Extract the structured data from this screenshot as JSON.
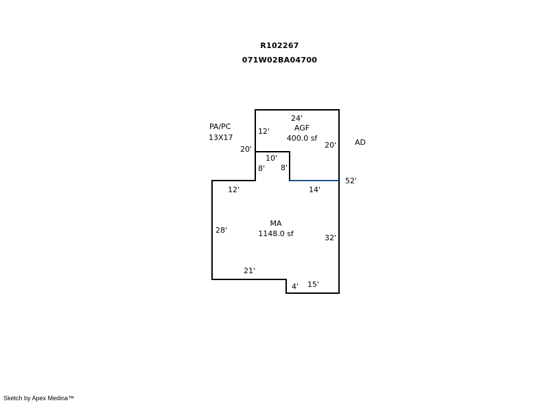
{
  "header": {
    "parcel_id": "R102267",
    "map_number": "071W02BA04700"
  },
  "areas": {
    "agf": {
      "code": "AGF",
      "size": "400.0 sf"
    },
    "ma": {
      "code": "MA",
      "size": "1148.0 sf"
    }
  },
  "annotations": {
    "pa_pc_code": "PA/PC",
    "pa_pc_size": "13X17",
    "ad": "AD"
  },
  "dimensions": {
    "agf_top": "24'",
    "agf_left": "12'",
    "agf_right": "20'",
    "pa_pc_side": "20'",
    "notch_top": "10'",
    "notch_left": "8'",
    "notch_right": "8'",
    "ma_top_left": "12'",
    "ma_top_right": "14'",
    "right_total": "52'",
    "ma_left": "28'",
    "ma_right": "32'",
    "ma_bottom": "21'",
    "step": "4'",
    "bottom_right": "15'"
  },
  "colors": {
    "outline": "#000000",
    "shared_wall": "#1f4e8c"
  },
  "footer": "Sketch by Apex Medina™"
}
